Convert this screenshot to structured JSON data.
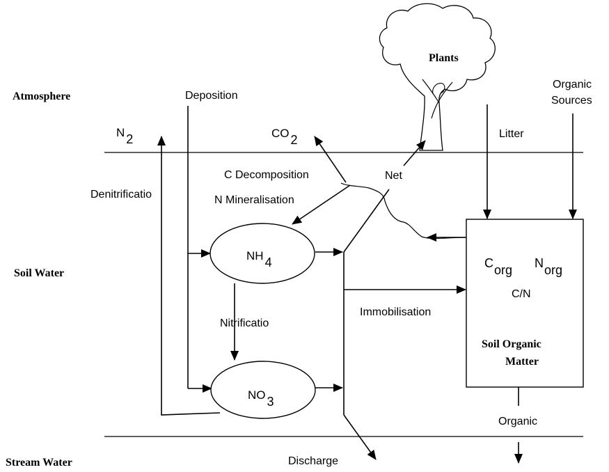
{
  "zones": {
    "atmosphere": "Atmosphere",
    "soil_water": "Soil Water",
    "stream_water": "Stream Water"
  },
  "nodes": {
    "plants": "Plants",
    "nh4": {
      "base": "NH",
      "sub": "4"
    },
    "no3": {
      "base": "NO",
      "sub": "3"
    },
    "som": {
      "c_base": "C",
      "c_sub": "org",
      "n_base": "N",
      "n_sub": "org",
      "ratio": "C/N",
      "title_line1": "Soil Organic",
      "title_line2": "Matter"
    }
  },
  "flows": {
    "deposition": "Deposition",
    "n2": {
      "base": "N",
      "sub": "2"
    },
    "co2": {
      "base": "CO",
      "sub": "2"
    },
    "denitrification": "Denitrificatio",
    "c_decomposition": "C Decomposition",
    "n_mineralisation": "N Mineralisation",
    "net_uptake": "Net",
    "litter": "Litter",
    "organic_sources_line1": "Organic",
    "organic_sources_line2": "Sources",
    "nitrification": "Nitrificatio",
    "immobilisation": "Immobilisation",
    "discharge": "Discharge",
    "organic_outflow": "Organic"
  },
  "colors": {
    "line": "#000000",
    "background": "#ffffff"
  }
}
